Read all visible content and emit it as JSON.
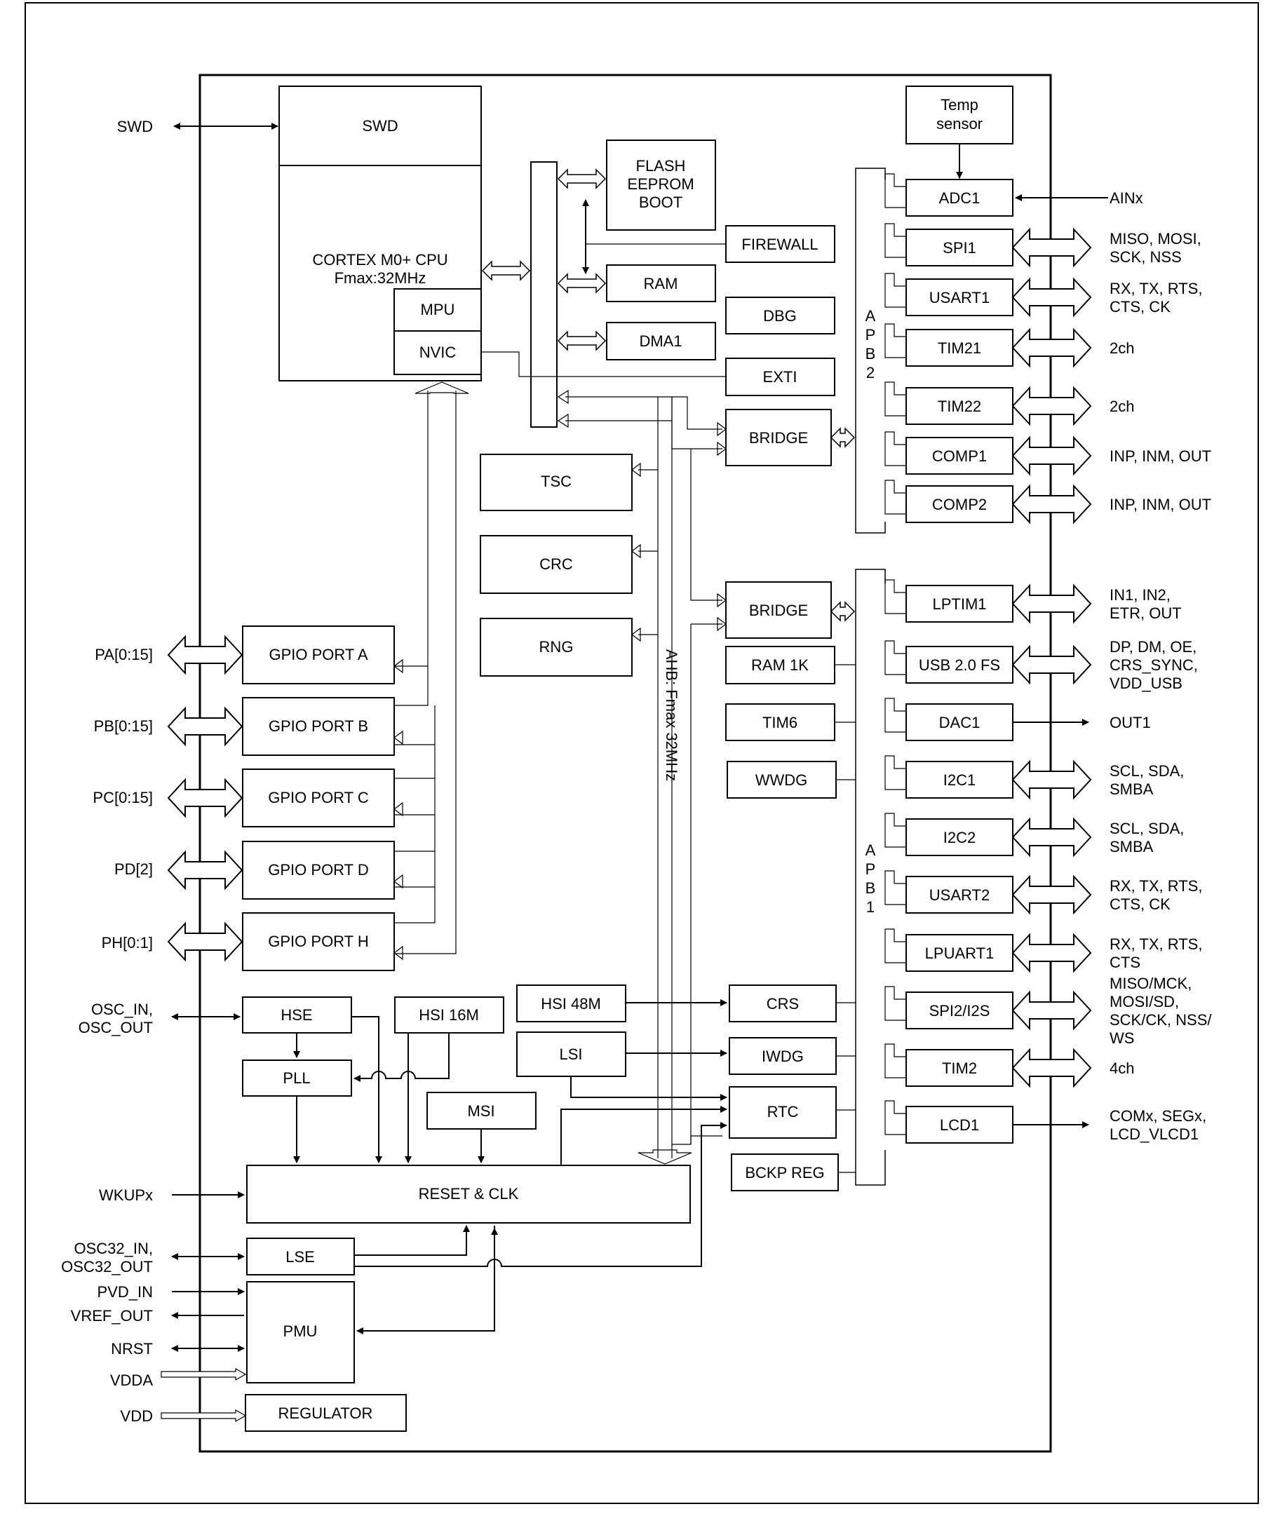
{
  "blocks": {
    "swd": "SWD",
    "cpu_line1": "CORTEX M0+ CPU",
    "cpu_line2": "Fmax:32MHz",
    "mpu": "MPU",
    "nvic": "NVIC",
    "flash_line1": "FLASH",
    "flash_line2": "EEPROM",
    "flash_line3": "BOOT",
    "firewall": "FIREWALL",
    "ram": "RAM",
    "dbg": "DBG",
    "dma1": "DMA1",
    "exti": "EXTI",
    "bridge_apb2": "BRIDGE",
    "bridge_apb1": "BRIDGE",
    "tsc": "TSC",
    "crc": "CRC",
    "rng": "RNG",
    "temp_line1": "Temp",
    "temp_line2": "sensor",
    "gpio_a": "GPIO PORT A",
    "gpio_b": "GPIO PORT B",
    "gpio_c": "GPIO PORT C",
    "gpio_d": "GPIO PORT D",
    "gpio_h": "GPIO PORT H",
    "ram1k": "RAM 1K",
    "tim6": "TIM6",
    "wwdg": "WWDG",
    "hse": "HSE",
    "hsi16": "HSI 16M",
    "hsi48": "HSI 48M",
    "pll": "PLL",
    "lsi": "LSI",
    "msi": "MSI",
    "crs": "CRS",
    "iwdg": "IWDG",
    "rtc": "RTC",
    "bckp": "BCKP REG",
    "reset_clk": "RESET & CLK",
    "lse": "LSE",
    "pmu": "PMU",
    "regulator": "REGULATOR"
  },
  "buses": {
    "ahb": "AHB: Fmax 32MHz",
    "apb2": [
      "A",
      "P",
      "B",
      "2"
    ],
    "apb1": [
      "A",
      "P",
      "B",
      "1"
    ]
  },
  "apb2_peripherals": [
    {
      "name": "ADC1",
      "signals": [
        "AINx"
      ]
    },
    {
      "name": "SPI1",
      "signals": [
        "MISO, MOSI,",
        "SCK, NSS"
      ]
    },
    {
      "name": "USART1",
      "signals": [
        "RX, TX, RTS,",
        "CTS, CK"
      ]
    },
    {
      "name": "TIM21",
      "signals": [
        "2ch"
      ]
    },
    {
      "name": "TIM22",
      "signals": [
        "2ch"
      ]
    },
    {
      "name": "COMP1",
      "signals": [
        "INP, INM, OUT"
      ]
    },
    {
      "name": "COMP2",
      "signals": [
        "INP, INM, OUT"
      ]
    }
  ],
  "apb1_peripherals": [
    {
      "name": "LPTIM1",
      "signals": [
        "IN1, IN2,",
        "ETR, OUT"
      ]
    },
    {
      "name": "USB 2.0 FS",
      "signals": [
        "DP, DM, OE,",
        "CRS_SYNC,",
        "VDD_USB"
      ]
    },
    {
      "name": "DAC1",
      "signals": [
        "OUT1"
      ]
    },
    {
      "name": "I2C1",
      "signals": [
        "SCL, SDA,",
        "SMBA"
      ]
    },
    {
      "name": "I2C2",
      "signals": [
        "SCL, SDA,",
        "SMBA"
      ]
    },
    {
      "name": "USART2",
      "signals": [
        "RX, TX, RTS,",
        "CTS, CK"
      ]
    },
    {
      "name": "LPUART1",
      "signals": [
        "RX, TX, RTS,",
        "CTS"
      ]
    },
    {
      "name": "SPI2/I2S",
      "signals": [
        "MISO/MCK,",
        "MOSI/SD,",
        "SCK/CK, NSS/",
        "WS"
      ]
    },
    {
      "name": "TIM2",
      "signals": [
        "4ch"
      ]
    },
    {
      "name": "LCD1",
      "signals": [
        "COMx, SEGx,",
        "LCD_VLCD1"
      ]
    }
  ],
  "left_pins": {
    "swd": "SWD",
    "pa": "PA[0:15]",
    "pb": "PB[0:15]",
    "pc": "PC[0:15]",
    "pd": "PD[2]",
    "ph": "PH[0:1]",
    "osc_in": "OSC_IN,",
    "osc_out": "OSC_OUT",
    "wkup": "WKUPx",
    "osc32_in": "OSC32_IN,",
    "osc32_out": "OSC32_OUT",
    "pvd_in": "PVD_IN",
    "vref_out": "VREF_OUT",
    "nrst": "NRST",
    "vdda": "VDDA",
    "vdd": "VDD"
  }
}
